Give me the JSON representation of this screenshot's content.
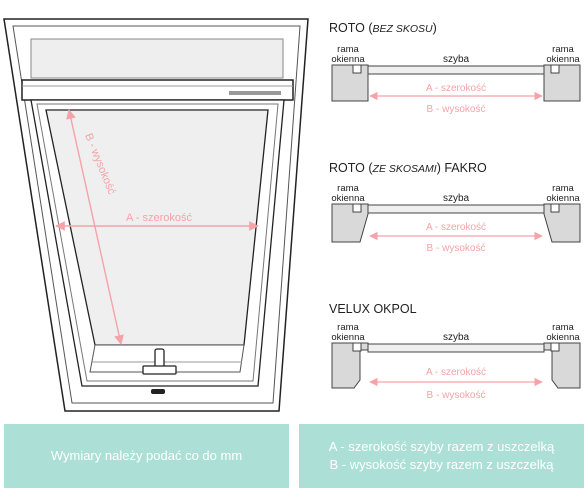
{
  "main_window": {
    "width_label": "A - szerokość",
    "height_label": "B - wysokość"
  },
  "sections": [
    {
      "title_prefix": "ROTO (",
      "title_italic": "BEZ SKOSU",
      "title_suffix": ")",
      "frame_label_line1": "rama",
      "frame_label_line2": "okienna",
      "glass_label": "szyba",
      "width_label": "A - szerokość",
      "height_label": "B - wysokość"
    },
    {
      "title_prefix": "ROTO (",
      "title_italic": "ZE SKOSAMI",
      "title_suffix": ") FAKRO",
      "frame_label_line1": "rama",
      "frame_label_line2": "okienna",
      "glass_label": "szyba",
      "width_label": "A - szerokość",
      "height_label": "B - wysokość"
    },
    {
      "title_prefix": "VELUX OKPOL",
      "title_italic": "",
      "title_suffix": "",
      "frame_label_line1": "rama",
      "frame_label_line2": "okienna",
      "glass_label": "szyba",
      "width_label": "A - szerokość",
      "height_label": "B - wysokość"
    }
  ],
  "info_boxes": {
    "left": "Wymiary należy podać co do mm",
    "right_line1": "A - szerokość szyby razem z uszczelką",
    "right_line2": "B - wysokość szyby razem z uszczelką"
  },
  "colors": {
    "measure_pink": "#f4a3a8",
    "frame_gray": "#d9d9d9",
    "glass_gray": "#efefef",
    "outline": "#222222",
    "box_teal": "#ace0d6"
  }
}
